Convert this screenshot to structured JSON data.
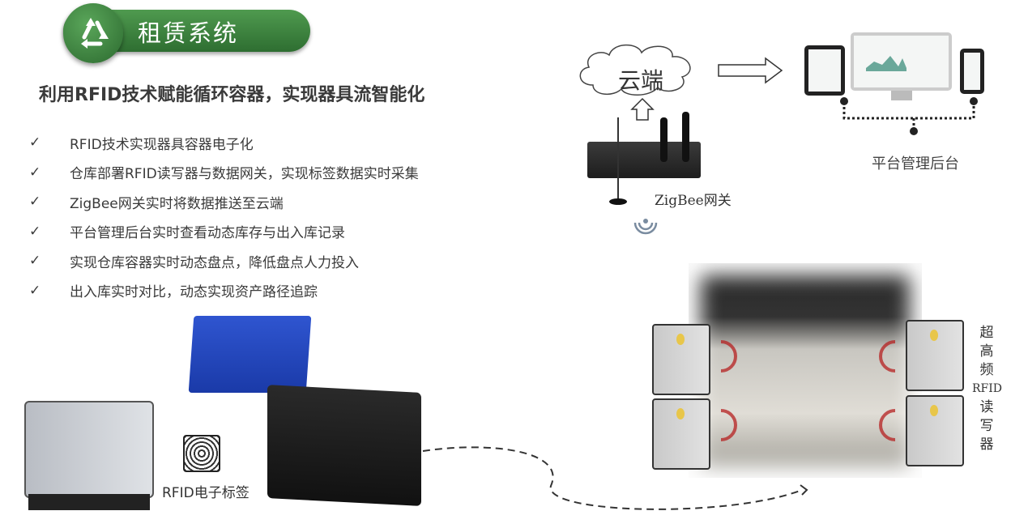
{
  "header": {
    "title": "租赁系统",
    "logo_icon": "recycle-icon",
    "accent": "#3b7f3d"
  },
  "subtitle": "利用RFID技术赋能循环容器，实现器具流智能化",
  "bullets": [
    "RFID技术实现器具容器电子化",
    "仓库部署RFID读写器与数据网关，实现标签数据实时采集",
    "ZigBee网关实时将数据推送至云端",
    "平台管理后台实时查看动态库存与出入库记录",
    "实现仓库容器实时动态盘点，降低盘点人力投入",
    "出入库实时对比，动态实现资产路径追踪"
  ],
  "bullet_mark": "✓",
  "diagram": {
    "cloud": "云端",
    "gateway": "ZigBee网关",
    "platform": "平台管理后台",
    "tag": "RFID电子标签",
    "reader": [
      "超",
      "高",
      "频",
      "RFID",
      "读",
      "写",
      "器"
    ]
  }
}
